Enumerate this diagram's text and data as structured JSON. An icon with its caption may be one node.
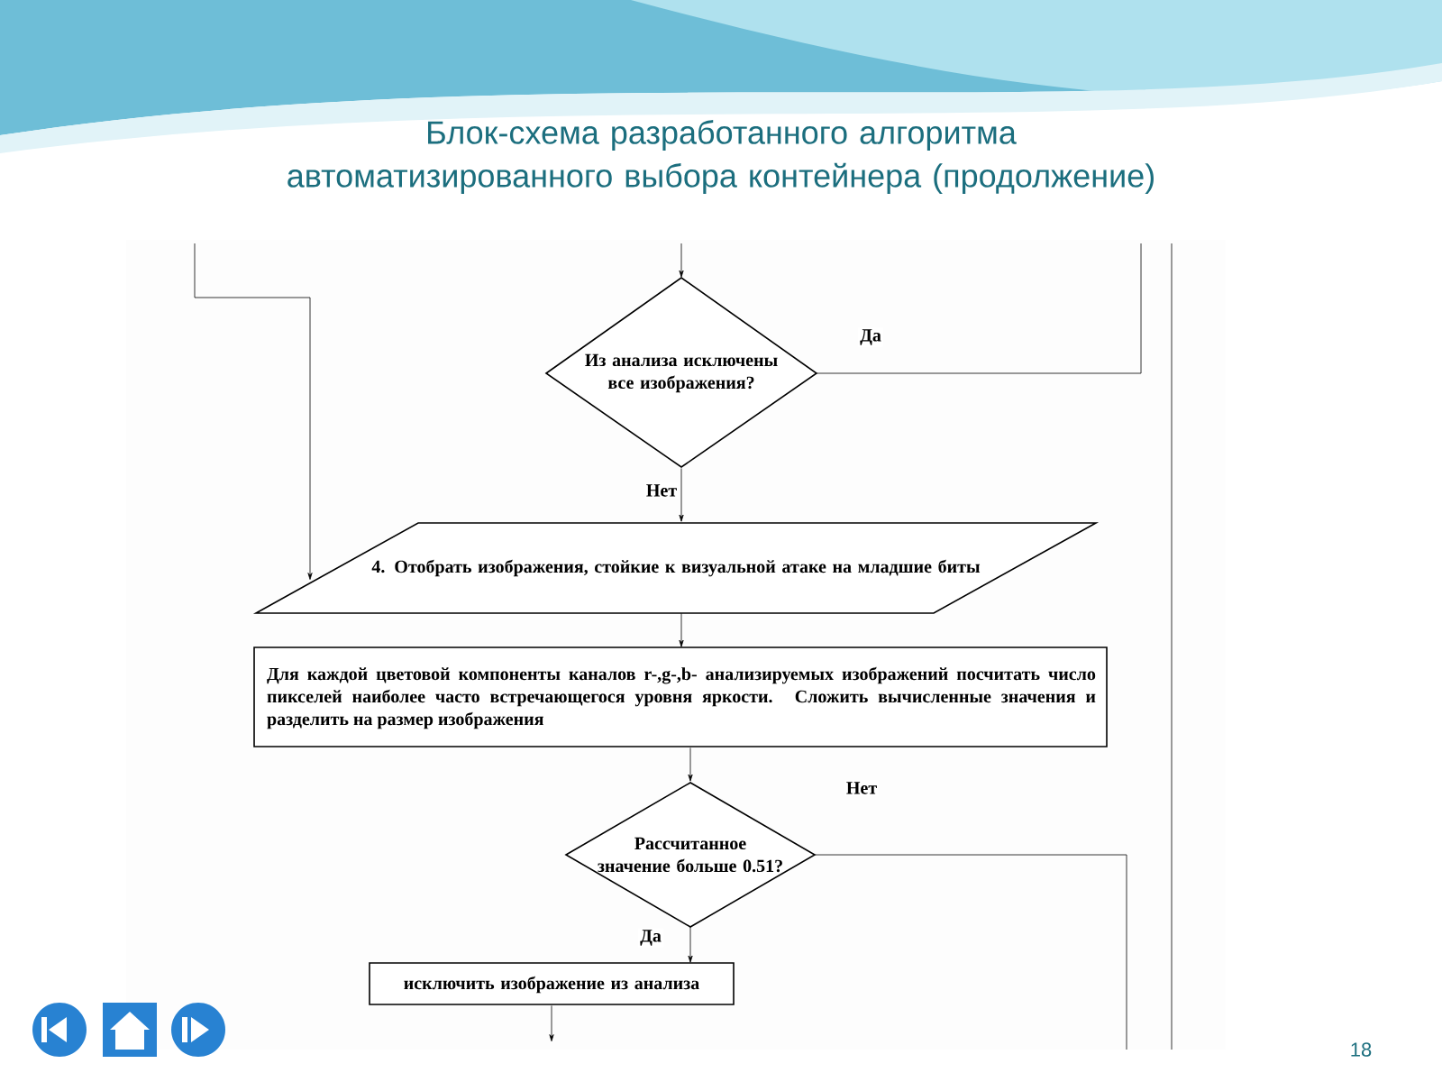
{
  "diagram": {
    "title": "Блок-схема разработанного алгоритма автоматизированного выбора контейнера (продолжение)",
    "nodes": [
      {
        "text": [
          "Из анализа исключены все изображения?"
        ]
      },
      {
        "text": [
          "4. Отобрать изображения, стойкие к визуальной атаке на младшие биты"
        ]
      },
      {
        "text": [
          "Для каждой цветовой компоненты каналов r-,g-,b- анализируемых изображений посчитать число пикселей наиболее часто встречающегося уровня яркости. Сложить вычисленные значения и разделить на размер изображения"
        ]
      },
      {
        "text": [
          "Рассчитанное значение больше 0.51?"
        ]
      },
      {
        "text": [
          "исключить изображение из анализа"
        ]
      }
    ],
    "edges": [
      {
        "from": null,
        "to": 0,
        "arrow": "to"
      },
      {
        "from": 0,
        "to": 1,
        "arrow": "to",
        "label": "Нет"
      },
      {
        "from": 0,
        "to": null,
        "arrow": "none",
        "label": "Да"
      },
      {
        "from": null,
        "to": 1,
        "arrow": "to"
      },
      {
        "from": 1,
        "to": 2,
        "arrow": "to"
      },
      {
        "from": 2,
        "to": 3,
        "arrow": "to"
      },
      {
        "from": 3,
        "to": 4,
        "arrow": "to",
        "label": "Да"
      },
      {
        "from": 3,
        "to": null,
        "arrow": "none",
        "label": "Нет"
      },
      {
        "from": 4,
        "to": null,
        "arrow": "to"
      }
    ],
    "labels": [
      "18"
    ]
  }
}
